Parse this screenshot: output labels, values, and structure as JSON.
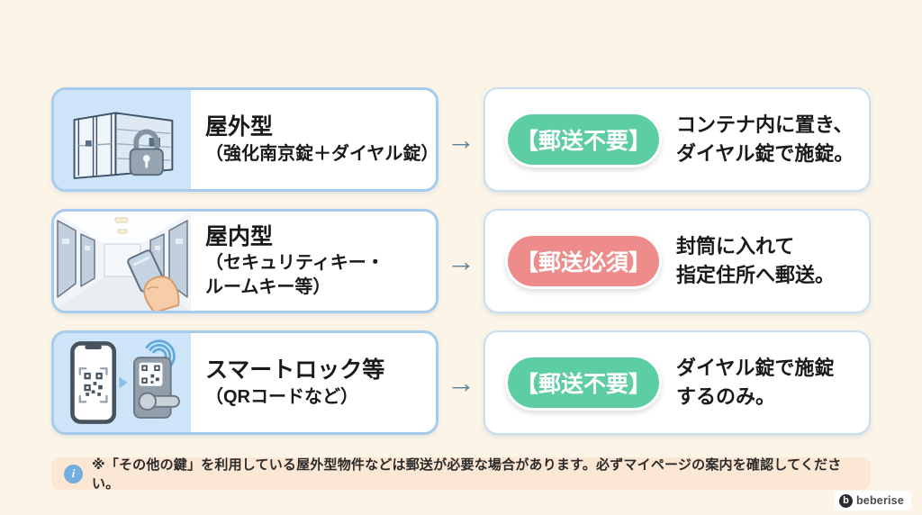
{
  "colors": {
    "background": "#FBF4E7",
    "type_card_border": "#A6CBED",
    "icon_zone_bg": "#CEE4F8",
    "result_card_border": "#C9DFF1",
    "badge_green": "#5DCDA2",
    "badge_red": "#EE8C8C",
    "arrow": "#5C8096",
    "note_bg": "#FBE7D3",
    "info_icon_bg": "#73AEDE",
    "text": "#1A1A1A"
  },
  "arrow": {
    "glyph": "→"
  },
  "rows": [
    {
      "title": "屋外型",
      "subtitle": "（強化南京錠＋ダイヤル錠）",
      "badge": "【郵送不要】",
      "badge_color": "#5DCDA2",
      "desc": "コンテナ内に置き、\nダイヤル錠で施錠。",
      "icon": "container-with-padlock"
    },
    {
      "title": "屋内型",
      "subtitle": "（セキュリティキー・\nルームキー等）",
      "badge": "【郵送必須】",
      "badge_color": "#EE8C8C",
      "desc": "封筒に入れて\n指定住所へ郵送。",
      "icon": "hallway-with-keycard"
    },
    {
      "title": "スマートロック等",
      "subtitle": "（QRコードなど）",
      "badge": "【郵送不要】",
      "badge_color": "#5DCDA2",
      "desc": "ダイヤル錠で施錠\nするのみ。",
      "icon": "smartphone-qr-and-smartlock"
    }
  ],
  "note": {
    "icon_glyph": "i",
    "text": "※「その他の鍵」を利用している屋外型物件などは郵送が必要な場合があります。必ずマイページの案内を確認してください。"
  },
  "logo": {
    "mark_glyph": "b",
    "text": "beberise"
  }
}
